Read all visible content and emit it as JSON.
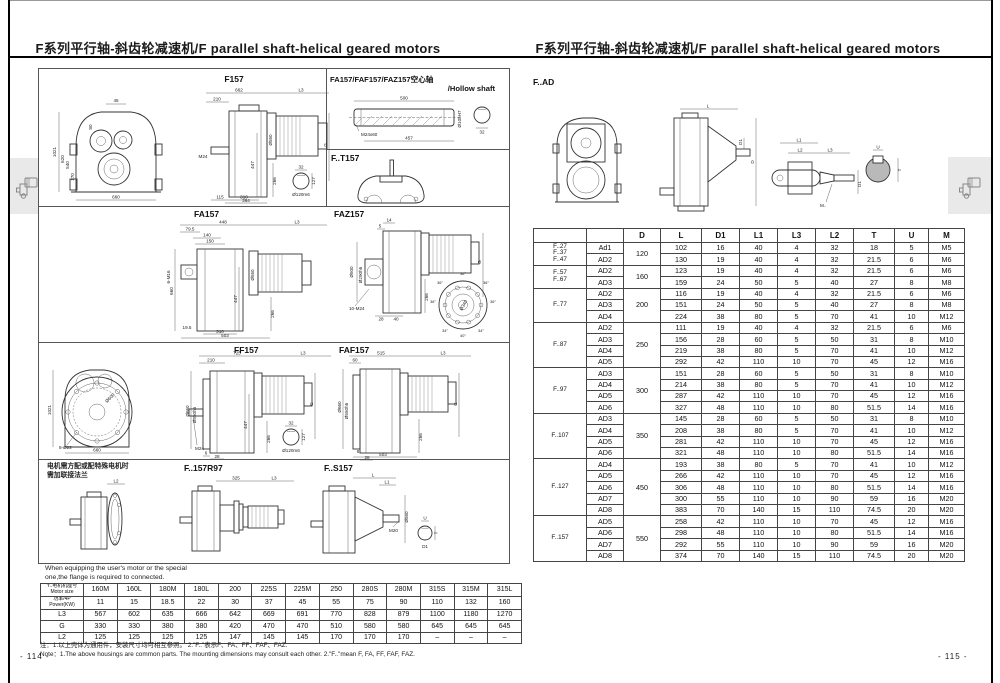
{
  "page_left": {
    "header": "F系列平行轴-斜齿轮减速机/F parallel shaft-helical geared motors",
    "page_number": "- 114 -",
    "flange_note_zh": [
      "电机需方配或配特殊电机时",
      "需加联接法兰"
    ],
    "flange_note_en": [
      "When equipping the user's motor or the special",
      "one,the flange is required to connected."
    ],
    "notes": {
      "zh": "注：1.以上壳体为通用件，安装尺寸均可相互参照。  2.\"F..\"表示F、FA、FF、FAF、FAZ.",
      "en": "Note：1.The above housings are common parts. The mounting dimensions may consult each other.   2.\"F..\"mean F, FA, FF, FAF, FAZ."
    },
    "drawings": {
      "f157": {
        "title": "F157",
        "front_dims": [
          "45",
          "80",
          "1021",
          "620",
          "540",
          "170",
          "660"
        ],
        "side_dims": [
          "662",
          "L3",
          "210",
          "M24",
          "115",
          "310",
          "364",
          "447",
          "266",
          "G",
          "Ø550",
          "32",
          "127",
          "Ø120m6"
        ]
      },
      "hollow": {
        "title_zh": "FA157/FAF157/FAZ157空心轴",
        "title_en": "/Hollow shaft",
        "dims": [
          "500",
          "M24x60",
          "457",
          "Ø105H7",
          "32"
        ]
      },
      "t157": {
        "title": "F..T157"
      },
      "fa157": {
        "title": "FA157",
        "dims": [
          "448",
          "79.5",
          "140",
          "150",
          "L3",
          "660",
          "447",
          "19.5",
          "310",
          "503",
          "266",
          "Ø550",
          "6-M16"
        ]
      },
      "faz157": {
        "title": "FAZ157",
        "dims": [
          "14",
          "5",
          "Ø500",
          "Ø290h6",
          "10-M24",
          "28",
          "40",
          "266",
          "G",
          "Ø340",
          "36°",
          "34°",
          "40°"
        ]
      },
      "ff157": {
        "title": "FF157",
        "front_dims": [
          "8-Ø22",
          "1021",
          "660",
          "Ø600"
        ],
        "dims": [
          "725",
          "L3",
          "210",
          "Ø660",
          "Ø550h6",
          "M24",
          "6",
          "28",
          "447",
          "266",
          "G",
          "32",
          "127",
          "Ø120m6"
        ]
      },
      "faf157": {
        "title": "FAF157",
        "dims": [
          "515",
          "L3",
          "60",
          "Ø660",
          "Ø550h6",
          "503",
          "266",
          "6",
          "28",
          "G"
        ]
      },
      "flange": {
        "dims": [
          "L2"
        ]
      },
      "r97": {
        "title": "F..157R97",
        "dims": [
          "325",
          "L3"
        ]
      },
      "s157": {
        "title": "F..S157",
        "dims": [
          "L",
          "L1",
          "Ø550",
          "M20",
          "U",
          "T",
          "D1"
        ]
      }
    },
    "motor_table": {
      "rows": [
        [
          "Y..电机机座号\nMotor size",
          "160M",
          "160L",
          "180M",
          "180L",
          "200",
          "225S",
          "225M",
          "250",
          "280S",
          "280M",
          "315S",
          "315M",
          "315L"
        ],
        [
          "功率/4P\nPower(KW)",
          "11",
          "15",
          "18.5",
          "22",
          "30",
          "37",
          "45",
          "55",
          "75",
          "90",
          "110",
          "132",
          "160"
        ],
        [
          "L3",
          "567",
          "602",
          "635",
          "666",
          "642",
          "669",
          "691",
          "770",
          "828",
          "879",
          "1100",
          "1180",
          "1270"
        ],
        [
          "G",
          "330",
          "330",
          "380",
          "380",
          "420",
          "470",
          "470",
          "510",
          "580",
          "580",
          "645",
          "645",
          "645"
        ],
        [
          "L2",
          "125",
          "125",
          "125",
          "125",
          "147",
          "145",
          "145",
          "170",
          "170",
          "170",
          "–",
          "–",
          "–"
        ]
      ]
    }
  },
  "page_right": {
    "header": "F系列平行轴-斜齿轮减速机/F parallel shaft-helical geared motors",
    "title": "F..AD",
    "page_number": "- 115 -",
    "drawing_labels": {
      "side": [
        "L",
        "D1",
        "D"
      ],
      "shaft": [
        "L1",
        "L2",
        "L3",
        "D1",
        "M.."
      ],
      "section": [
        "U",
        "T"
      ]
    },
    "dim_table": {
      "columns": [
        "",
        "",
        "D",
        "L",
        "D1",
        "L1",
        "L3",
        "L2",
        "T",
        "U",
        "M"
      ],
      "rows": [
        [
          {
            "v": "F..27\nF..37\nF..47",
            "rs": 2
          },
          "Ad1",
          {
            "v": "120",
            "rs": 2
          },
          "102",
          "16",
          "40",
          "4",
          "32",
          "18",
          "5",
          "M5"
        ],
        [
          null,
          "AD2",
          null,
          "130",
          "19",
          "40",
          "4",
          "32",
          "21.5",
          "6",
          "M6"
        ],
        [
          {
            "v": "F..57\nF..67",
            "rs": 2
          },
          "AD2",
          {
            "v": "160",
            "rs": 2
          },
          "123",
          "19",
          "40",
          "4",
          "32",
          "21.5",
          "6",
          "M6"
        ],
        [
          null,
          "AD3",
          null,
          "159",
          "24",
          "50",
          "5",
          "40",
          "27",
          "8",
          "M8"
        ],
        [
          {
            "v": "F..77",
            "rs": 3
          },
          "AD2",
          {
            "v": "200",
            "rs": 3
          },
          "116",
          "19",
          "40",
          "4",
          "32",
          "21.5",
          "6",
          "M6"
        ],
        [
          null,
          "AD3",
          null,
          "151",
          "24",
          "50",
          "5",
          "40",
          "27",
          "8",
          "M8"
        ],
        [
          null,
          "AD4",
          null,
          "224",
          "38",
          "80",
          "5",
          "70",
          "41",
          "10",
          "M12"
        ],
        [
          {
            "v": "F..87",
            "rs": 4
          },
          "AD2",
          {
            "v": "250",
            "rs": 4
          },
          "111",
          "19",
          "40",
          "4",
          "32",
          "21.5",
          "6",
          "M6"
        ],
        [
          null,
          "AD3",
          null,
          "156",
          "28",
          "60",
          "5",
          "50",
          "31",
          "8",
          "M10"
        ],
        [
          null,
          "AD4",
          null,
          "219",
          "38",
          "80",
          "5",
          "70",
          "41",
          "10",
          "M12"
        ],
        [
          null,
          "AD5",
          null,
          "292",
          "42",
          "110",
          "10",
          "70",
          "45",
          "12",
          "M16"
        ],
        [
          {
            "v": "F..97",
            "rs": 4
          },
          "AD3",
          {
            "v": "300",
            "rs": 4
          },
          "151",
          "28",
          "60",
          "5",
          "50",
          "31",
          "8",
          "M10"
        ],
        [
          null,
          "AD4",
          null,
          "214",
          "38",
          "80",
          "5",
          "70",
          "41",
          "10",
          "M12"
        ],
        [
          null,
          "AD5",
          null,
          "287",
          "42",
          "110",
          "10",
          "70",
          "45",
          "12",
          "M16"
        ],
        [
          null,
          "AD6",
          null,
          "327",
          "48",
          "110",
          "10",
          "80",
          "51.5",
          "14",
          "M16"
        ],
        [
          {
            "v": "F..107",
            "rs": 4
          },
          "AD3",
          {
            "v": "350",
            "rs": 4
          },
          "145",
          "28",
          "60",
          "5",
          "50",
          "31",
          "8",
          "M10"
        ],
        [
          null,
          "AD4",
          null,
          "208",
          "38",
          "80",
          "5",
          "70",
          "41",
          "10",
          "M12"
        ],
        [
          null,
          "AD5",
          null,
          "281",
          "42",
          "110",
          "10",
          "70",
          "45",
          "12",
          "M16"
        ],
        [
          null,
          "AD6",
          null,
          "321",
          "48",
          "110",
          "10",
          "80",
          "51.5",
          "14",
          "M16"
        ],
        [
          {
            "v": "F..127",
            "rs": 5
          },
          "AD4",
          {
            "v": "450",
            "rs": 5
          },
          "193",
          "38",
          "80",
          "5",
          "70",
          "41",
          "10",
          "M12"
        ],
        [
          null,
          "AD5",
          null,
          "266",
          "42",
          "110",
          "10",
          "70",
          "45",
          "12",
          "M16"
        ],
        [
          null,
          "AD6",
          null,
          "306",
          "48",
          "110",
          "10",
          "80",
          "51.5",
          "14",
          "M16"
        ],
        [
          null,
          "AD7",
          null,
          "300",
          "55",
          "110",
          "10",
          "90",
          "59",
          "16",
          "M20"
        ],
        [
          null,
          "AD8",
          null,
          "383",
          "70",
          "140",
          "15",
          "110",
          "74.5",
          "20",
          "M20"
        ],
        [
          {
            "v": "F..157",
            "rs": 4
          },
          "AD5",
          {
            "v": "550",
            "rs": 4
          },
          "258",
          "42",
          "110",
          "10",
          "70",
          "45",
          "12",
          "M16"
        ],
        [
          null,
          "AD6",
          null,
          "298",
          "48",
          "110",
          "10",
          "80",
          "51.5",
          "14",
          "M16"
        ],
        [
          null,
          "AD7",
          null,
          "292",
          "55",
          "110",
          "10",
          "90",
          "59",
          "16",
          "M20"
        ],
        [
          null,
          "AD8",
          null,
          "374",
          "70",
          "140",
          "15",
          "110",
          "74.5",
          "20",
          "M20"
        ]
      ]
    }
  }
}
